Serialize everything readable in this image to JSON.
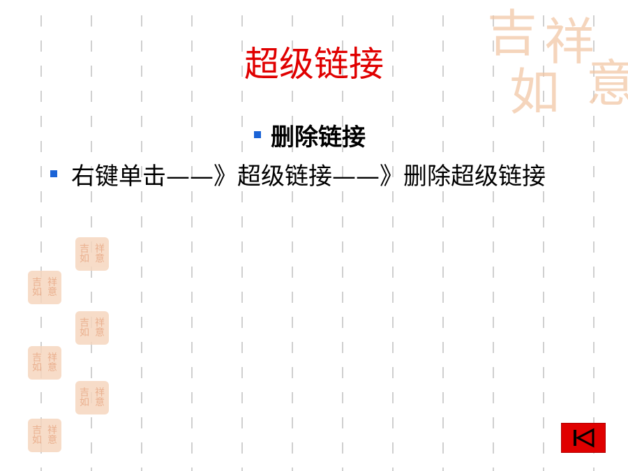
{
  "title": "超级链接",
  "subheading": "删除链接",
  "body_text": "右键单击——》超级链接——》删除超级链接",
  "decoration": {
    "seal_chars": [
      "吉",
      "祥",
      "如",
      "意"
    ]
  },
  "colors": {
    "title": "#e00000",
    "bullet": "#1a63d6",
    "nav_button": "#e00000",
    "seal": "#f2c7a6"
  },
  "nav": {
    "back_button_icon": "skip-to-first-icon"
  }
}
